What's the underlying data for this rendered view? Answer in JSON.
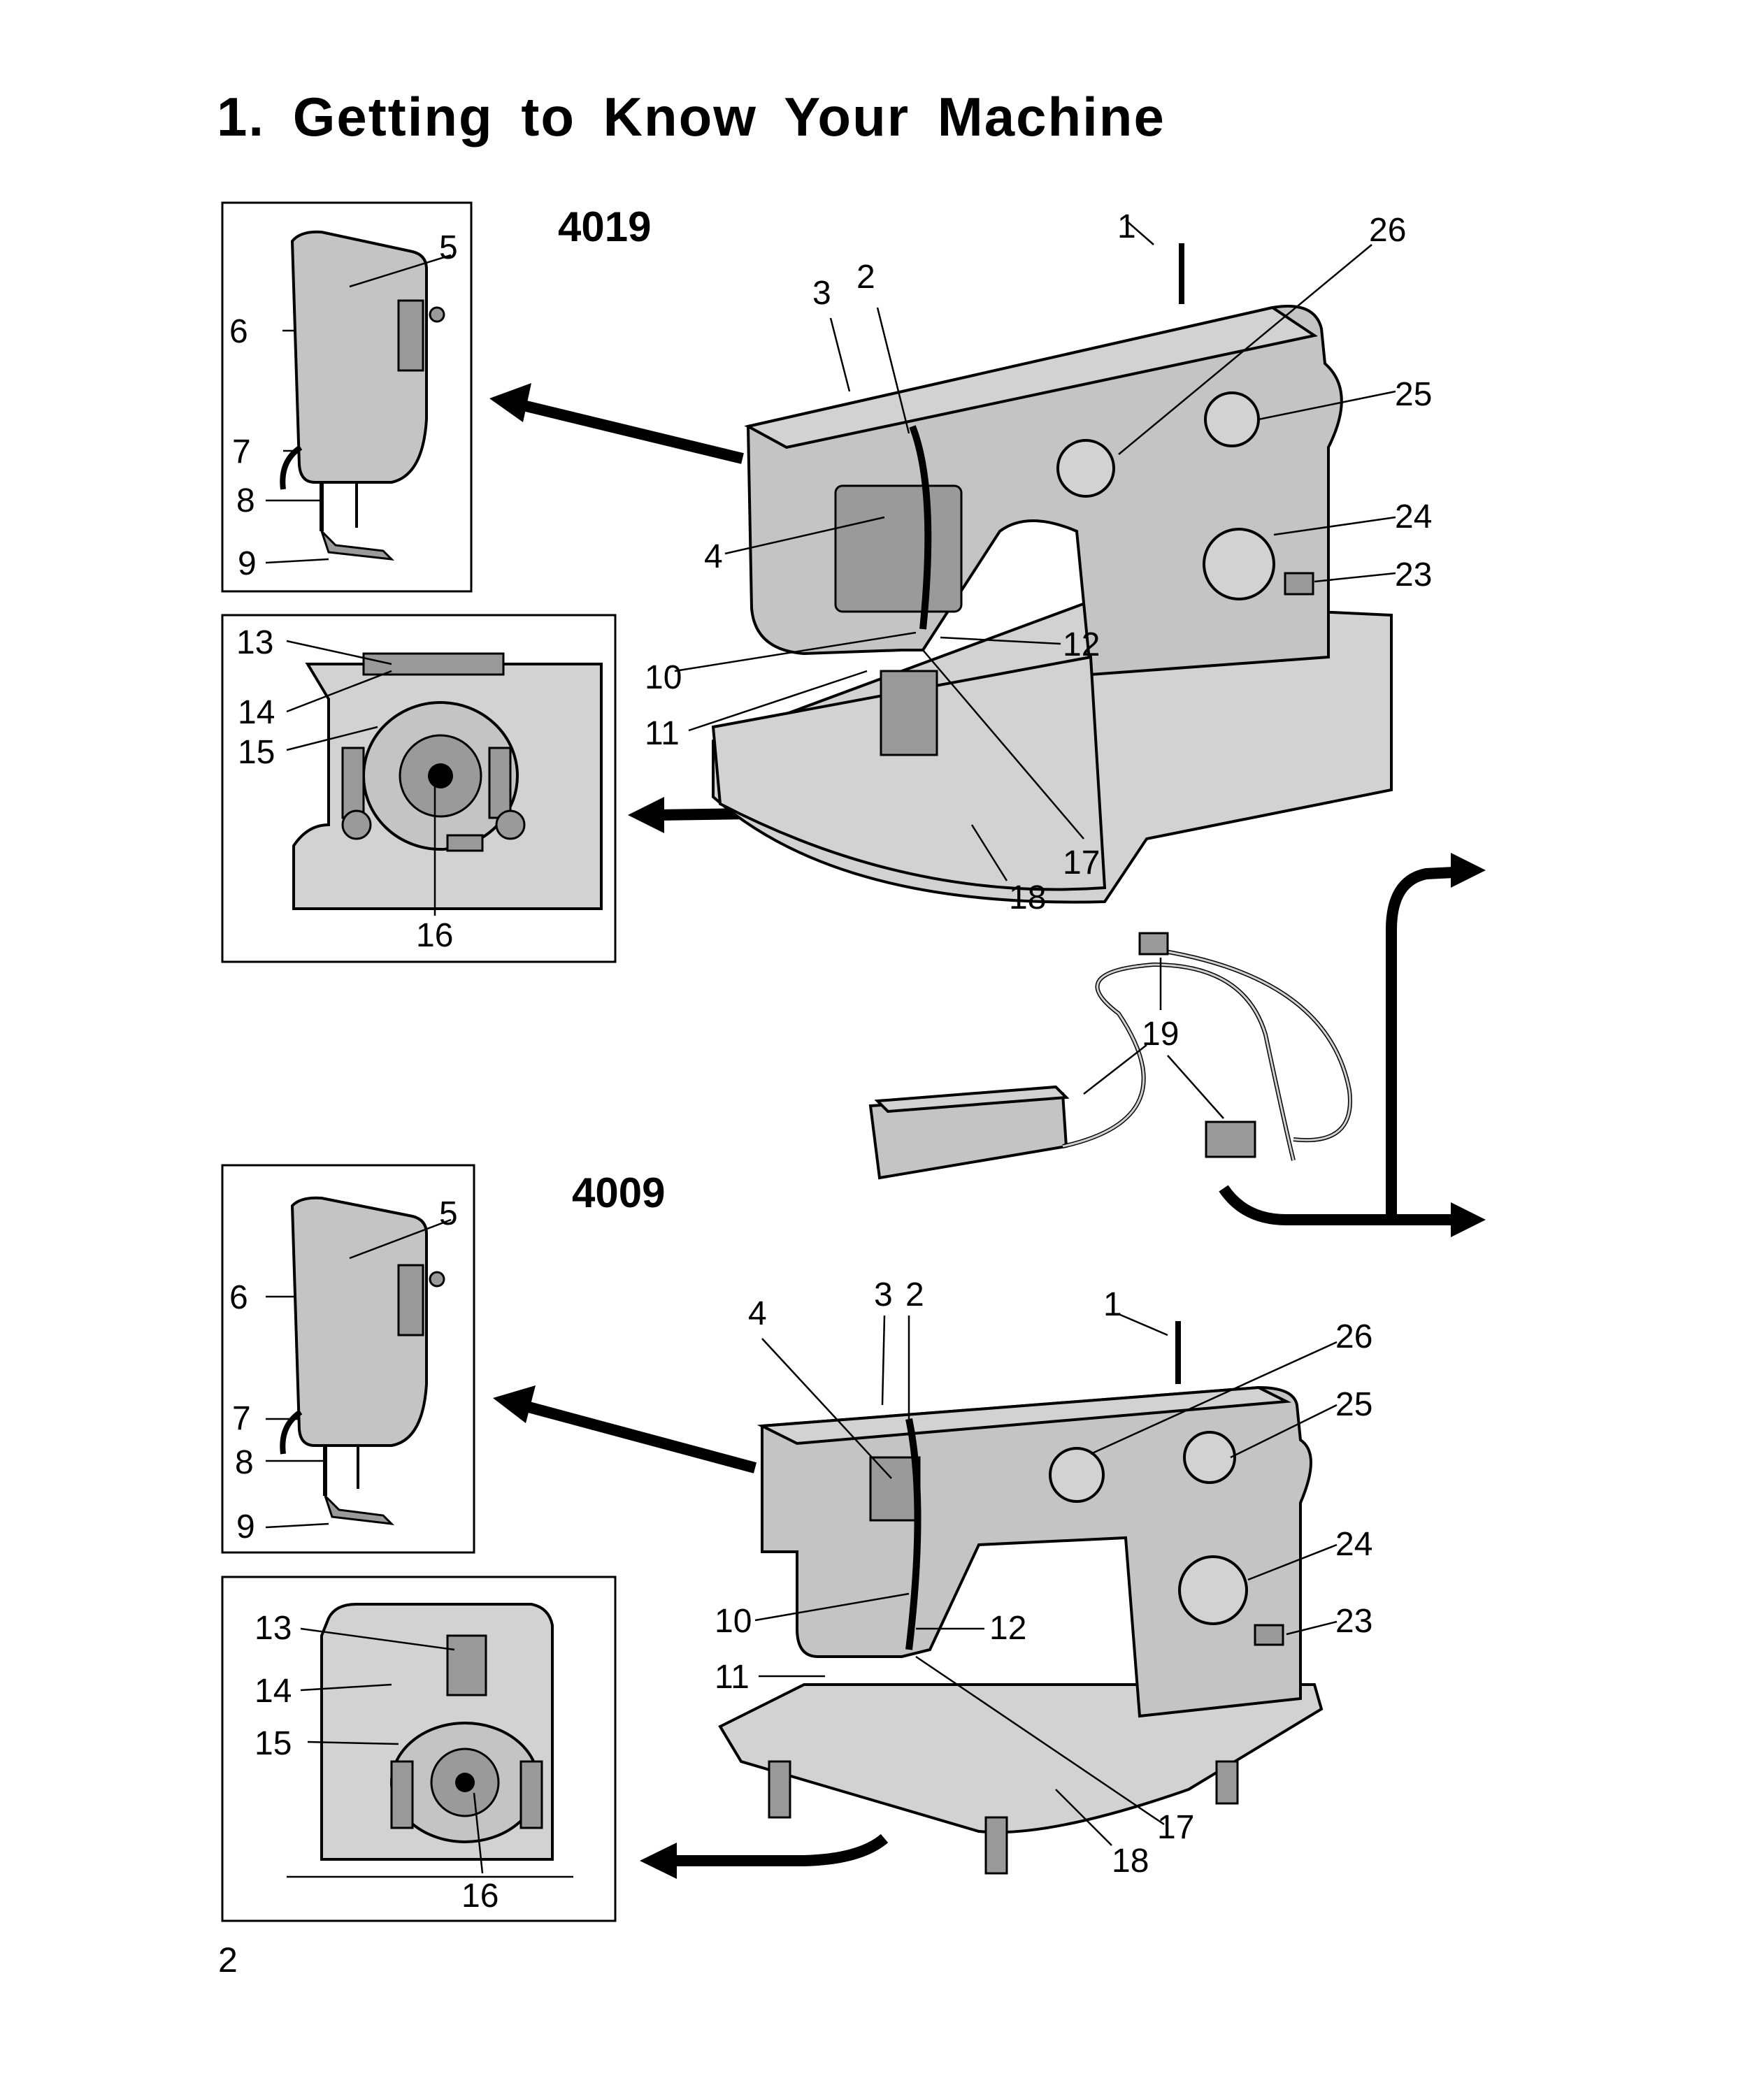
{
  "page": {
    "title": "1. Getting to Know Your Machine",
    "page_number": "2"
  },
  "models": {
    "top": "4019",
    "bottom": "4009"
  },
  "callouts_top": {
    "c1": "1",
    "c2": "2",
    "c3": "3",
    "c4": "4",
    "c5": "5",
    "c6": "6",
    "c7": "7",
    "c8": "8",
    "c9": "9",
    "c10": "10",
    "c11": "11",
    "c12": "12",
    "c13": "13",
    "c14": "14",
    "c15": "15",
    "c16": "16",
    "c17": "17",
    "c18": "18",
    "c23": "23",
    "c24": "24",
    "c25": "25",
    "c26": "26"
  },
  "callouts_pedal": {
    "c19": "19"
  },
  "callouts_bottom": {
    "c1": "1",
    "c2": "2",
    "c3": "3",
    "c4": "4",
    "c5": "5",
    "c6": "6",
    "c7": "7",
    "c8": "8",
    "c9": "9",
    "c10": "10",
    "c11": "11",
    "c12": "12",
    "c13": "13",
    "c14": "14",
    "c15": "15",
    "c16": "16",
    "c17": "17",
    "c18": "18",
    "c23": "23",
    "c24": "24",
    "c25": "25",
    "c26": "26"
  }
}
